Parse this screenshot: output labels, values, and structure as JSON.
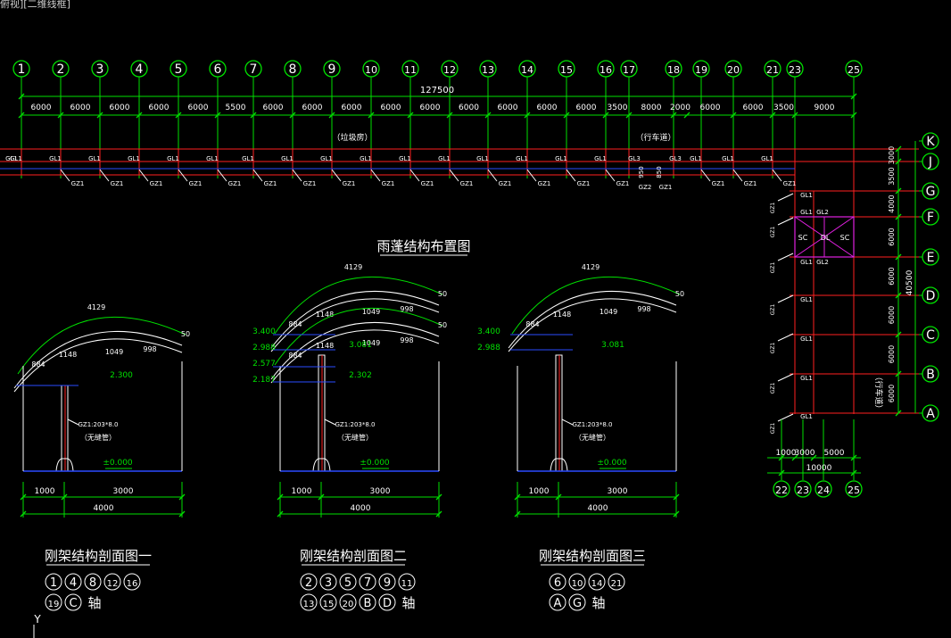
{
  "window": {
    "tab_title": "俯视][二维线框]"
  },
  "plan": {
    "title": "雨蓬结构布置图",
    "total_dim": "127500",
    "axes_top": [
      "1",
      "2",
      "3",
      "4",
      "5",
      "6",
      "7",
      "8",
      "9",
      "10",
      "11",
      "12",
      "13",
      "14",
      "15",
      "16",
      "17",
      "18",
      "19",
      "20",
      "21",
      "23",
      "25"
    ],
    "dims_top": [
      "6000",
      "6000",
      "6000",
      "6000",
      "6000",
      "5500",
      "6000",
      "6000",
      "6000",
      "6000",
      "6000",
      "6000",
      "6000",
      "6000",
      "6000",
      "3500",
      "8000",
      "2000",
      "6000",
      "6000",
      "3500",
      "9000"
    ],
    "labels": {
      "trash": "（垃圾房）",
      "lane": "（行车道）",
      "lane_v": "（行车道）"
    },
    "beam_labels": {
      "gl1": "GL1",
      "gl2": "GL2",
      "gl3": "GL3",
      "gz1": "GZ1",
      "gz2": "GZ2",
      "sc": "SC",
      "dl": "DL"
    },
    "small_dims": {
      "d950": "950",
      "d850": "850"
    },
    "axes_right": [
      "K",
      "J",
      "G",
      "F",
      "E",
      "D",
      "C",
      "B",
      "A"
    ],
    "dims_right": [
      "3000",
      "3500",
      "4000",
      "6000",
      "6000",
      "6000",
      "6000",
      "6000"
    ],
    "right_total": "40500",
    "axes_bottom": [
      "22",
      "23",
      "24",
      "25"
    ],
    "dims_bottom": [
      "1000",
      "3000",
      "5000"
    ],
    "bottom_total": "10000"
  },
  "sections": [
    {
      "title": "刚架结构剖面图一",
      "axes_line1": [
        "1",
        "4",
        "8",
        "12",
        "16"
      ],
      "axes_line2": [
        "19",
        "C"
      ],
      "axis_word": "轴",
      "arc": [
        "4129",
        "884",
        "1148",
        "1049",
        "998",
        "50"
      ],
      "levels": [
        "2.300"
      ],
      "column": "GZ1:203*8.0",
      "pipe": "（无缝管）",
      "ground": "±0.000",
      "dims": [
        "1000",
        "3000"
      ],
      "total": "4000"
    },
    {
      "title": "刚架结构剖面图二",
      "axes_line1": [
        "2",
        "3",
        "5",
        "7",
        "9",
        "11"
      ],
      "axes_line2": [
        "13",
        "15",
        "20",
        "B",
        "D"
      ],
      "axis_word": "轴",
      "arc": [
        "4129",
        "884",
        "1148",
        "1049",
        "998",
        "50"
      ],
      "levels": [
        "3.400",
        "2.988",
        "2.577",
        "2.187",
        "3.081",
        "2.302"
      ],
      "column": "GZ1:203*8.0",
      "pipe": "（无缝管）",
      "ground": "±0.000",
      "dims": [
        "1000",
        "3000"
      ],
      "total": "4000"
    },
    {
      "title": "刚架结构剖面图三",
      "axes_line1": [
        "6",
        "10",
        "14",
        "21"
      ],
      "axes_line2": [
        "A",
        "G"
      ],
      "axis_word": "轴",
      "arc": [
        "4129",
        "884",
        "1148",
        "1049",
        "998",
        "50"
      ],
      "levels": [
        "3.400",
        "2.988",
        "3.081"
      ],
      "column": "GZ1:203*8.0",
      "pipe": "（无缝管）",
      "ground": "±0.000",
      "dims": [
        "1000",
        "3000"
      ],
      "total": "4000"
    }
  ],
  "ucs": {
    "y_label": "Y"
  },
  "colors": {
    "bg": "#000000",
    "grid": "#ff2020",
    "dim": "#00e000",
    "text": "#ffffff",
    "blue": "#2a4bff",
    "magenta": "#e020e0"
  }
}
